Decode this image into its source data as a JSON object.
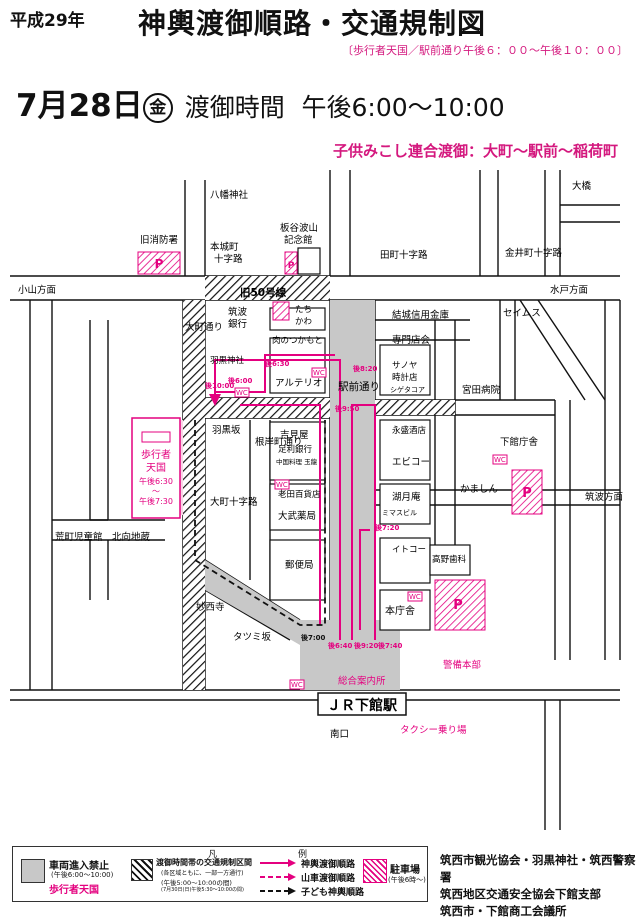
{
  "header": {
    "year": "平成29年",
    "title": "神輿渡御順路・交通規制図",
    "subtitle": "〔歩行者天国／駅前通り午後６：００〜午後１０：００〕",
    "date_md": "7月28日",
    "date_day": "金",
    "time_label": "渡御時間",
    "time_range": "午後6:00〜10:00",
    "kids_route": "子供みこし連合渡御：大町〜駅前〜稲荷町"
  },
  "map": {
    "labels": {
      "hachiman": "八幡神社",
      "kyu_shobo": "旧消防署",
      "honjo": "本城町",
      "juujiro": "十字路",
      "itaya1": "板谷波山",
      "itaya2": "記念館",
      "tamachi": "田町十字路",
      "kanai": "金井町十字路",
      "ohashi": "大橋",
      "oyama": "小山方面",
      "mito": "水戸方面",
      "route50": "旧50号線",
      "tsukuba_bank1": "筑波",
      "tsukuba_bank2": "銀行",
      "tachikawa1": "たち",
      "tachikawa2": "かわ",
      "yuki_bank": "結城信用金庫",
      "senmon": "専門店会",
      "seimusu": "セイムス",
      "nikuno": "肉のつかもと",
      "artelio": "アルテリオ",
      "sanyo1": "サノヤ",
      "sanyo2": "時計店",
      "shigeta": "シゲタコア",
      "miyata": "宮田病院",
      "haguro_shrine": "羽黒神社",
      "omachi_dori": "大町通り",
      "eki_mae": "駅前通り",
      "kimiya": "吉見屋",
      "ashikaga1": "足利銀行",
      "ashikaga2": "中国料理 玉龍",
      "nagasawa": "永盛酒店",
      "ebiko": "エビコー",
      "kamashin": "かましん",
      "shimodate_cho": "下館庁舎",
      "tsukuba_hoko": "筑波方面",
      "haguro_saka": "羽黒坂",
      "negishi_dori": "根岸町通り",
      "oita": "老田百貨店",
      "obu": "大武薬局",
      "kohachi": "湖月庵",
      "misawa": "ミマスビル",
      "omachi_jujiro": "大町十字路",
      "ara_jidokan": "荒町児童館",
      "kita_chiiki": "北向地蔵",
      "myosaiji": "妙西寺",
      "tatsumi": "タツミ坂",
      "yubinkyoku": "郵便局",
      "itoko": "イトコー",
      "takano": "高野歯科",
      "honchosha": "本庁舎",
      "keibi": "警備本部",
      "sogo": "総合案内所",
      "jr_station": "ＪＲ下館駅",
      "taxi": "タクシー乗り場",
      "nanguchi": "南口",
      "hokosha1": "歩行者",
      "hokosha2": "天国",
      "hokosha_t1": "午後6:30",
      "hokosha_t2": "〜",
      "hokosha_t3": "午後7:30",
      "parking": "P",
      "wc": "WC",
      "t1000": "後10:00",
      "t600": "後6:00",
      "t630": "後6:30",
      "t950": "後9:50",
      "t820": "後8:20",
      "t720": "後7:20",
      "t700": "後7:00",
      "t640": "後6:40",
      "t920": "後9:20",
      "t740": "後7:40"
    }
  },
  "legend": {
    "title_left": "凡",
    "title_right": "例",
    "vehicle_ban": "車両進入禁止",
    "vehicle_ban_time": "(午後6:00〜10:00)",
    "hokosha": "歩行者天国",
    "restrict": "渡御時間帯の交通規制区間",
    "restrict_note1": "(各区域ともに、一部一方通行)",
    "restrict_note2": "(午後5:00〜10:00の間)",
    "restrict_note3": "(7月30日(日)午後5:30〜10:00の間)",
    "mikoshi": "神輿渡御順路",
    "dashi": "山車渡御順路",
    "kodomo": "子ども神輿順路",
    "parking": "駐車場",
    "parking_time": "(午後6時〜)"
  },
  "organizers": [
    "筑西市観光協会・羽黒神社・筑西警察署",
    "筑西地区交通安全協会下館支部",
    "筑西市・下館商工会議所"
  ],
  "colors": {
    "magenta": "#e4007f",
    "gray": "#c8c8c8",
    "black": "#111111"
  }
}
